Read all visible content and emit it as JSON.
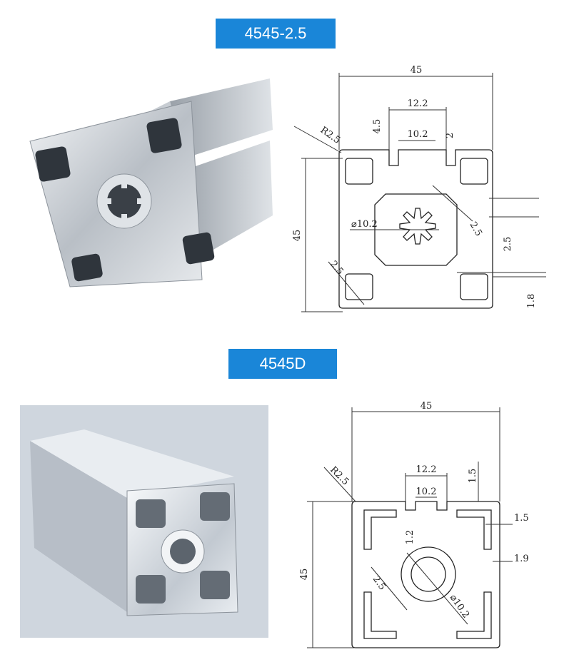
{
  "sections": [
    {
      "title": "4545-2.5",
      "dims": {
        "width": "45",
        "height": "45",
        "slot_outer": "12.2",
        "slot_inner": "10.2",
        "lip_depth": "4.5",
        "lip": "2",
        "corner_radius": "R2.5",
        "bore": "⌀10.2",
        "web_a": "2.5",
        "web_b": "2.5",
        "wall_a": "2.5",
        "wall_b": "1.8"
      }
    },
    {
      "title": "4545D",
      "dims": {
        "width": "45",
        "height": "45",
        "slot_outer": "12.2",
        "slot_inner": "10.2",
        "lip_top": "1.5",
        "lip_side": "1.5",
        "lip_side_b": "1.9",
        "corner_radius": "R2.5",
        "core": "1.2",
        "web": "2.5",
        "bore": "⌀10.2"
      }
    }
  ],
  "colors": {
    "badge": "#1a86d8",
    "badge_text": "#ffffff",
    "line": "#222222"
  }
}
